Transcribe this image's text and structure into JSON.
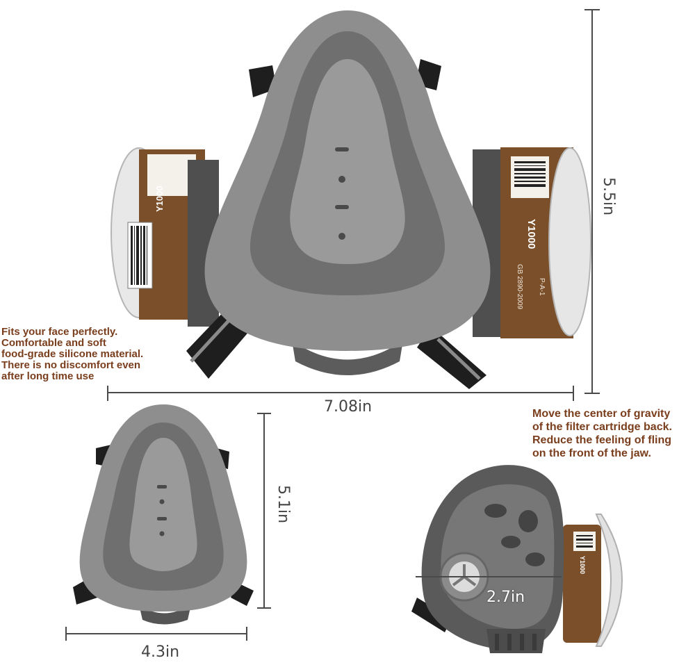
{
  "notes": {
    "comfort": "Fits your face perfectly.\nComfortable and soft\nfood-grade silicone material.\nThere is no discomfort even\nafter long time use",
    "gravity": "Move the center of gravity\nof the filter cartridge back.\nReduce the feeling of fling\non the front of the jaw."
  },
  "dimensions": {
    "main_width": "7.08in",
    "main_height": "5.5in",
    "small_height": "5.1in",
    "small_width": "4.3in",
    "side_depth": "2.7in"
  },
  "cartridge_labels": {
    "model": "Y1000",
    "standard": "GB 2890-2009",
    "code": "P-A-1"
  },
  "colors": {
    "text_accent": "#7a3e1d",
    "mask_gray": "#8c8c8c",
    "cartridge_brown": "#8b5a2b"
  }
}
